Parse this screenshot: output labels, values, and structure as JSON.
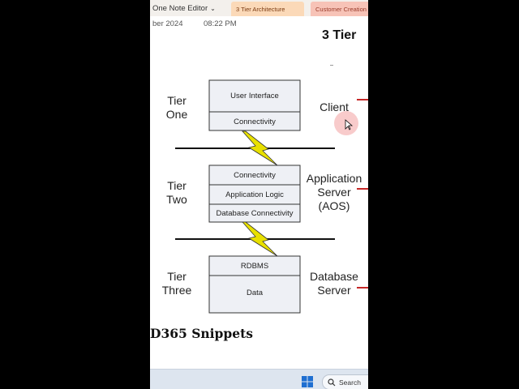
{
  "app_menu": {
    "label": "One Note Editor",
    "icon": "chevron-down-icon"
  },
  "tabs": [
    {
      "label": "3 Tier Architecture",
      "active": true,
      "color": "#fbd9b8"
    },
    {
      "label": "Customer Creation",
      "active": false,
      "color": "#f7c3b7"
    }
  ],
  "page": {
    "date": "ber 2024",
    "time": "08:22 PM",
    "title": "3 Tier"
  },
  "diagram": {
    "tiers": [
      {
        "label_line1": "Tier",
        "label_line2": "One",
        "side_line1": "Client",
        "side_line2": "",
        "side_line3": "",
        "boxes": [
          "User Interface",
          "Connectivity"
        ]
      },
      {
        "label_line1": "Tier",
        "label_line2": "Two",
        "side_line1": "Application",
        "side_line2": "Server",
        "side_line3": "(AOS)",
        "boxes": [
          "Connectivity",
          "Application Logic",
          "Database Connectivity"
        ]
      },
      {
        "label_line1": "Tier",
        "label_line2": "Three",
        "side_line1": "Database",
        "side_line2": "Server",
        "side_line3": "",
        "boxes": [
          "RDBMS",
          "Data"
        ]
      }
    ],
    "colors": {
      "box_fill": "#eef0f5",
      "lightning": "#e8e000",
      "separator": "#111111"
    }
  },
  "brand": "D365 Snippets",
  "taskbar": {
    "search_placeholder": "Search",
    "start_icon": "windows-logo-icon",
    "search_icon": "search-icon"
  }
}
